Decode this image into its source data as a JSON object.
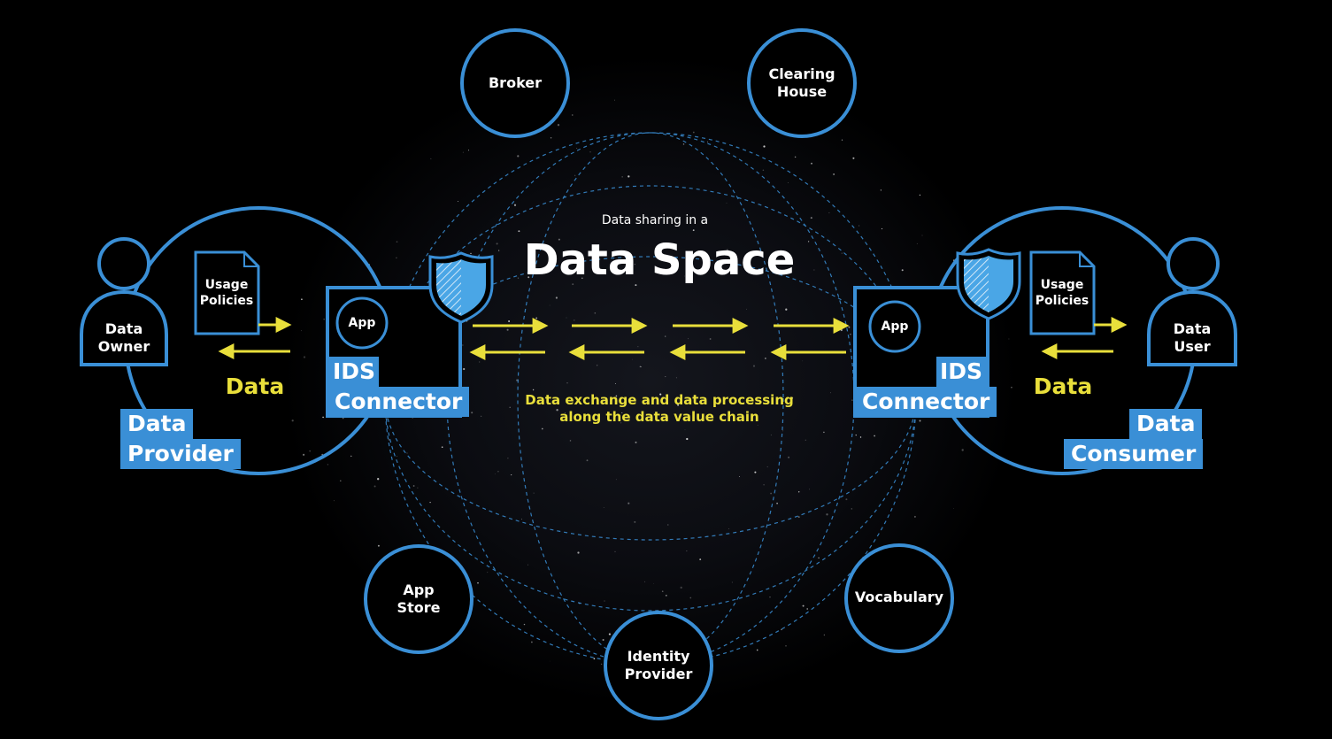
{
  "title": {
    "small": "Data sharing in a",
    "main": "Data Space"
  },
  "subtitle": {
    "line1": "Data exchange and data processing",
    "line2": "along the data value chain"
  },
  "services": [
    {
      "id": "broker",
      "label": "Broker"
    },
    {
      "id": "clearing-house",
      "label": "Clearing\nHouse"
    },
    {
      "id": "app-store",
      "label": "App\nStore"
    },
    {
      "id": "identity-provider",
      "label": "Identity\nProvider"
    },
    {
      "id": "vocabulary",
      "label": "Vocabulary"
    }
  ],
  "provider": {
    "person": "Data\nOwner",
    "policy": "Usage\nPolicies",
    "data": "Data",
    "role_line1": "Data",
    "role_line2": "Provider",
    "app": "App",
    "connector_line1": "IDS",
    "connector_line2": "Connector"
  },
  "consumer": {
    "person": "Data\nUser",
    "policy": "Usage\nPolicies",
    "data": "Data",
    "role_line1": "Data",
    "role_line2": "Consumer",
    "app": "App",
    "connector_line1": "IDS",
    "connector_line2": "Connector"
  },
  "colors": {
    "accent_blue": "#3a8fd6",
    "arrow_yellow": "#e9df3b",
    "background": "#000000",
    "shield_blue": "#4aa6e6"
  }
}
